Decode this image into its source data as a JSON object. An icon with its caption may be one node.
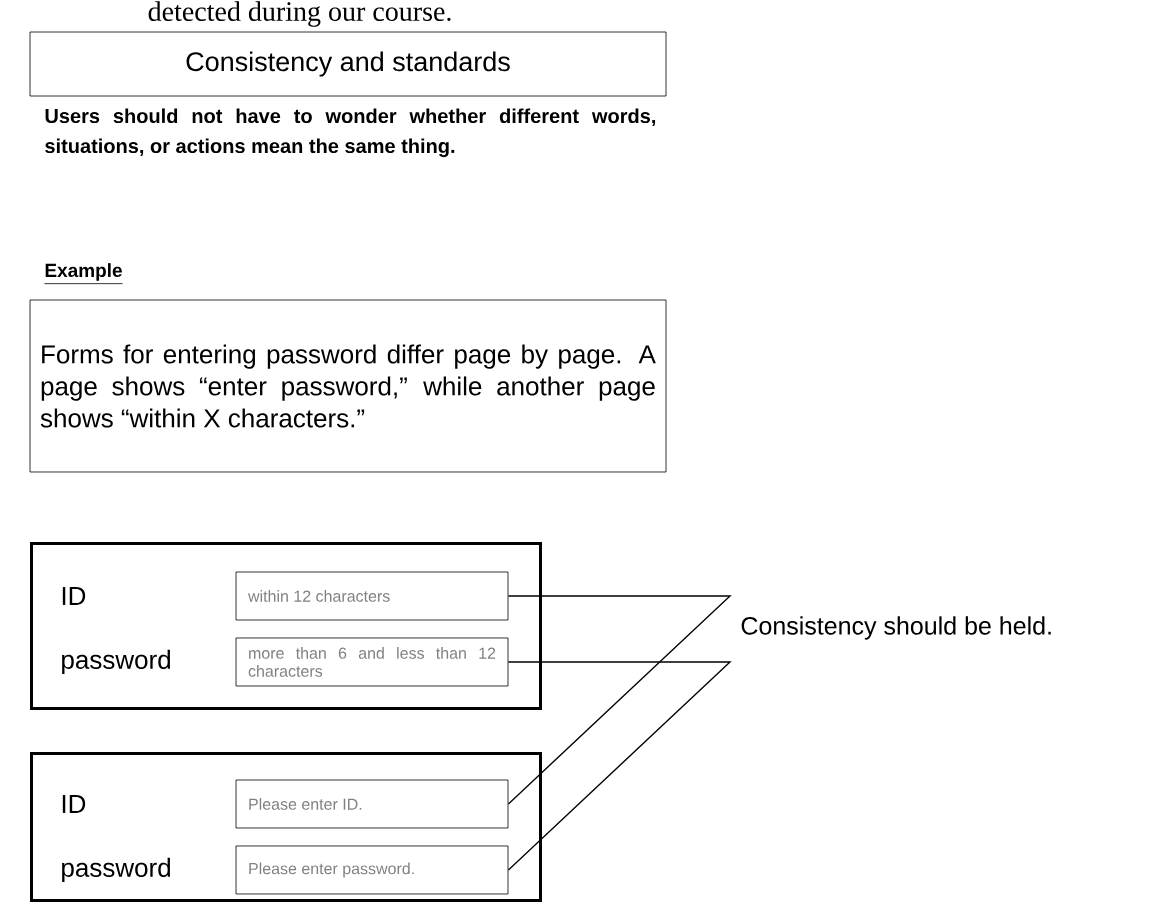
{
  "diagram": {
    "nodes": [
      {
        "text": [
          "Consistency and standards"
        ]
      },
      {
        "text": [
          "Example",
          "Forms for entering password differ page by page. A page shows “enter password,” while another page shows “within X characters.”"
        ]
      },
      {
        "text": [
          "ID",
          "password"
        ]
      },
      {
        "text": [
          "within 12 characters"
        ],
        "in": 2
      },
      {
        "text": [
          "more than 6 and less than 12 characters"
        ],
        "in": 2
      },
      {
        "text": [
          "ID",
          "password"
        ]
      },
      {
        "text": [
          "Please enter ID."
        ],
        "in": 5
      },
      {
        "text": [
          "Please enter password."
        ],
        "in": 5
      }
    ],
    "edges": [
      {
        "from": 3,
        "to": 6,
        "arrow": "none"
      },
      {
        "from": 4,
        "to": 7,
        "arrow": "none"
      }
    ],
    "labels": [
      "detected during our course.",
      "Users should not have to wonder whether different words, situations, or actions mean the same thing.",
      "Consistency should be held."
    ]
  }
}
